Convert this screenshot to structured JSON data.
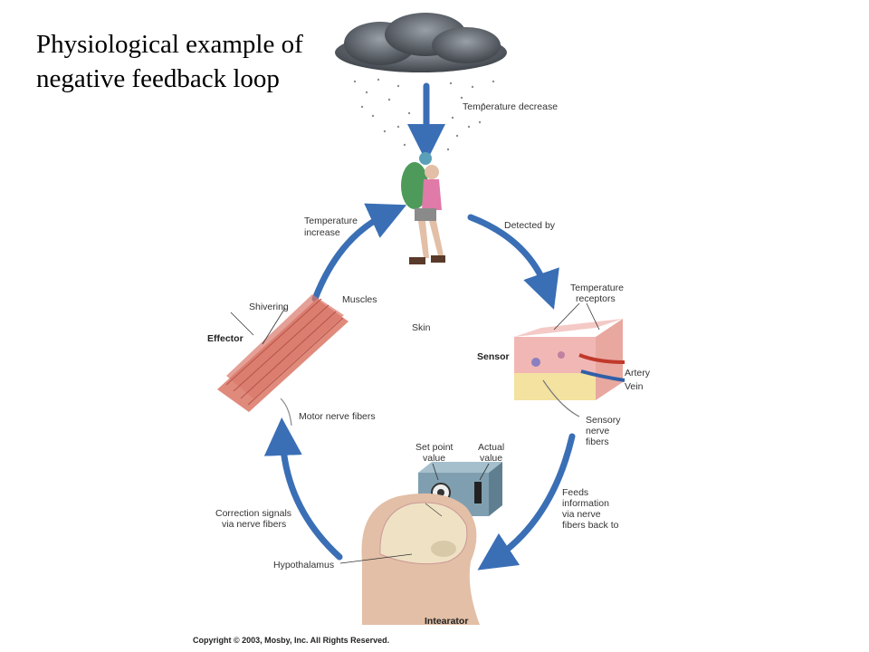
{
  "title": "Physiological example of negative feedback loop",
  "labels": {
    "temperature_decrease": "Temperature decrease",
    "detected_by": "Detected by",
    "temperature_receptors_1": "Temperature",
    "temperature_receptors_2": "receptors",
    "sensor": "Sensor",
    "artery": "Artery",
    "vein": "Vein",
    "sensory_1": "Sensory",
    "sensory_2": "nerve",
    "sensory_3": "fibers",
    "feeds_1": "Feeds",
    "feeds_2": "information",
    "feeds_3": "via nerve",
    "feeds_4": "fibers back to",
    "set_point_1": "Set point",
    "set_point_2": "value",
    "actual_1": "Actual",
    "actual_2": "value",
    "intearator": "Intearator",
    "hypothalamus": "Hypothalamus",
    "correction_1": "Correction signals",
    "correction_2": "via nerve fibers",
    "motor": "Motor nerve fibers",
    "effector": "Effector",
    "shivering": "Shivering",
    "muscles": "Muscles",
    "skin": "Skin",
    "temperature_increase_1": "Temperature",
    "temperature_increase_2": "increase"
  },
  "copyright": "Copyright © 2003, Mosby, Inc. All Rights Reserved.",
  "colors": {
    "arrow": "#3a6fb6",
    "cloud": "#5a5f66",
    "muscle": "#d9776a",
    "skin_top": "#f1b7b4",
    "skin_bottom": "#f3e2a0",
    "box": "#7f9fb0",
    "head": "#e2bfa6"
  }
}
